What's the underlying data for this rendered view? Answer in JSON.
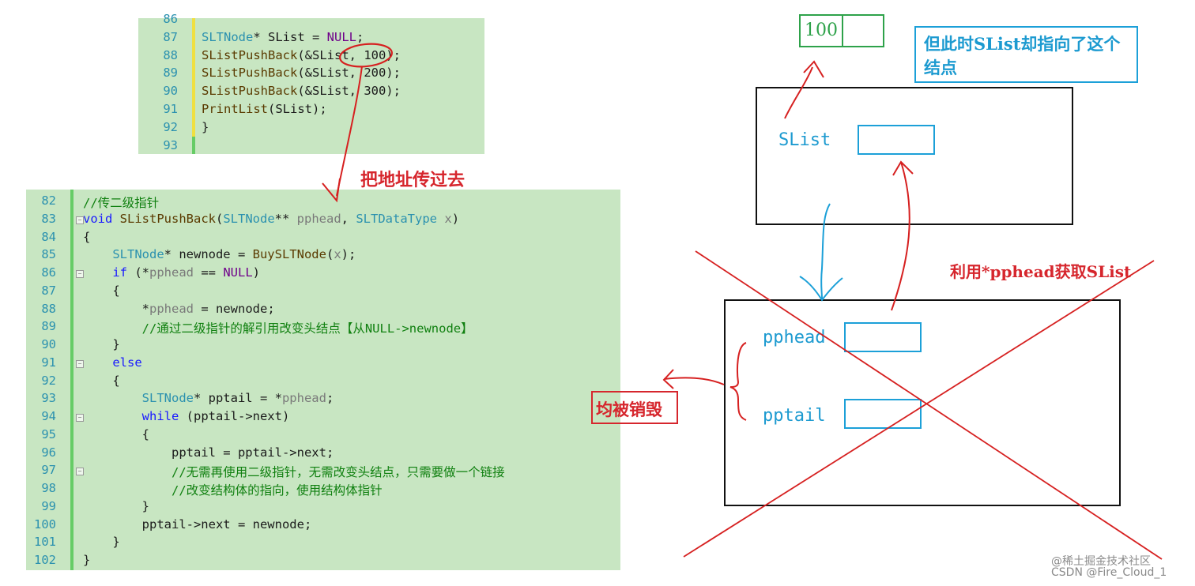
{
  "top_code": {
    "lines": [
      {
        "num": "86",
        "tokens": []
      },
      {
        "num": "87",
        "tokens": [
          {
            "t": "SLTNode",
            "c": "type"
          },
          {
            "t": "* SList = ",
            "c": "plain"
          },
          {
            "t": "NULL",
            "c": "macro"
          },
          {
            "t": ";",
            "c": "plain"
          }
        ]
      },
      {
        "num": "88",
        "tokens": [
          {
            "t": "SListPushBack",
            "c": "fn"
          },
          {
            "t": "(&SList, 100);",
            "c": "plain"
          }
        ]
      },
      {
        "num": "89",
        "tokens": [
          {
            "t": "SListPushBack",
            "c": "fn"
          },
          {
            "t": "(&SList, 200);",
            "c": "plain"
          }
        ]
      },
      {
        "num": "90",
        "tokens": [
          {
            "t": "SListPushBack",
            "c": "fn"
          },
          {
            "t": "(&SList, 300);",
            "c": "plain"
          }
        ]
      },
      {
        "num": "91",
        "tokens": [
          {
            "t": "PrintList",
            "c": "fn"
          },
          {
            "t": "(SList);",
            "c": "plain"
          }
        ]
      },
      {
        "num": "92",
        "tokens": [
          {
            "t": "}",
            "c": "plain"
          }
        ]
      },
      {
        "num": "93",
        "tokens": []
      }
    ]
  },
  "bottom_code": {
    "lines": [
      {
        "num": "82",
        "tokens": [
          {
            "t": "//传二级指针",
            "c": "cmt"
          }
        ]
      },
      {
        "num": "83",
        "tokens": [
          {
            "t": "void",
            "c": "kw"
          },
          {
            "t": " ",
            "c": "plain"
          },
          {
            "t": "SListPushBack",
            "c": "fn"
          },
          {
            "t": "(",
            "c": "plain"
          },
          {
            "t": "SLTNode",
            "c": "type"
          },
          {
            "t": "** ",
            "c": "plain"
          },
          {
            "t": "pphead",
            "c": "param"
          },
          {
            "t": ", ",
            "c": "plain"
          },
          {
            "t": "SLTDataType",
            "c": "type"
          },
          {
            "t": " ",
            "c": "plain"
          },
          {
            "t": "x",
            "c": "param"
          },
          {
            "t": ")",
            "c": "plain"
          }
        ]
      },
      {
        "num": "84",
        "tokens": [
          {
            "t": "{",
            "c": "plain"
          }
        ]
      },
      {
        "num": "85",
        "tokens": [
          {
            "t": "    ",
            "c": "plain"
          },
          {
            "t": "SLTNode",
            "c": "type"
          },
          {
            "t": "* newnode = ",
            "c": "plain"
          },
          {
            "t": "BuySLTNode",
            "c": "fn"
          },
          {
            "t": "(",
            "c": "plain"
          },
          {
            "t": "x",
            "c": "param"
          },
          {
            "t": ");",
            "c": "plain"
          }
        ]
      },
      {
        "num": "86",
        "tokens": [
          {
            "t": "    ",
            "c": "plain"
          },
          {
            "t": "if",
            "c": "kw"
          },
          {
            "t": " (*",
            "c": "plain"
          },
          {
            "t": "pphead",
            "c": "param"
          },
          {
            "t": " == ",
            "c": "plain"
          },
          {
            "t": "NULL",
            "c": "macro"
          },
          {
            "t": ")",
            "c": "plain"
          }
        ]
      },
      {
        "num": "87",
        "tokens": [
          {
            "t": "    {",
            "c": "plain"
          }
        ]
      },
      {
        "num": "88",
        "tokens": [
          {
            "t": "        *",
            "c": "plain"
          },
          {
            "t": "pphead",
            "c": "param"
          },
          {
            "t": " = newnode;",
            "c": "plain"
          }
        ]
      },
      {
        "num": "89",
        "tokens": [
          {
            "t": "        ",
            "c": "plain"
          },
          {
            "t": "//通过二级指针的解引用改变头结点【从NULL->newnode】",
            "c": "cmt"
          }
        ]
      },
      {
        "num": "90",
        "tokens": [
          {
            "t": "    }",
            "c": "plain"
          }
        ]
      },
      {
        "num": "91",
        "tokens": [
          {
            "t": "    ",
            "c": "plain"
          },
          {
            "t": "else",
            "c": "kw"
          }
        ]
      },
      {
        "num": "92",
        "tokens": [
          {
            "t": "    {",
            "c": "plain"
          }
        ]
      },
      {
        "num": "93",
        "tokens": [
          {
            "t": "        ",
            "c": "plain"
          },
          {
            "t": "SLTNode",
            "c": "type"
          },
          {
            "t": "* pptail = *",
            "c": "plain"
          },
          {
            "t": "pphead",
            "c": "param"
          },
          {
            "t": ";",
            "c": "plain"
          }
        ]
      },
      {
        "num": "94",
        "tokens": [
          {
            "t": "        ",
            "c": "plain"
          },
          {
            "t": "while",
            "c": "kw"
          },
          {
            "t": " (pptail->next)",
            "c": "plain"
          }
        ]
      },
      {
        "num": "95",
        "tokens": [
          {
            "t": "        {",
            "c": "plain"
          }
        ]
      },
      {
        "num": "96",
        "tokens": [
          {
            "t": "            pptail = pptail->next;",
            "c": "plain"
          }
        ]
      },
      {
        "num": "97",
        "tokens": [
          {
            "t": "            ",
            "c": "plain"
          },
          {
            "t": "//无需再使用二级指针，无需改变头结点，只需要做一个链接",
            "c": "cmt"
          }
        ]
      },
      {
        "num": "98",
        "tokens": [
          {
            "t": "            ",
            "c": "plain"
          },
          {
            "t": "//改变结构体的指向，使用结构体指针",
            "c": "cmt"
          }
        ]
      },
      {
        "num": "99",
        "tokens": [
          {
            "t": "        }",
            "c": "plain"
          }
        ]
      },
      {
        "num": "100",
        "tokens": [
          {
            "t": "        pptail->next = newnode;",
            "c": "plain"
          }
        ]
      },
      {
        "num": "101",
        "tokens": [
          {
            "t": "    }",
            "c": "plain"
          }
        ]
      },
      {
        "num": "102",
        "tokens": [
          {
            "t": "}",
            "c": "plain"
          }
        ]
      }
    ]
  },
  "annotations": {
    "pass_address": "把地址传过去",
    "destroyed": "均被销毁",
    "use_pphead": "利用*pphead获取SList",
    "slist_points": "但此时SList却指向了这个结点"
  },
  "diagram": {
    "node_value": "100",
    "slist_label": "SList",
    "pphead_label": "pphead",
    "pptail_label": "pptail"
  },
  "watermark": {
    "line1": "@稀土掘金技术社区",
    "line2": "CSDN @Fire_Cloud_1"
  },
  "colors": {
    "code_bg": "#c8e6c2",
    "annotation_red": "#d6262d",
    "diagram_blue": "#1ca0d8",
    "node_green": "#2ea24a"
  }
}
